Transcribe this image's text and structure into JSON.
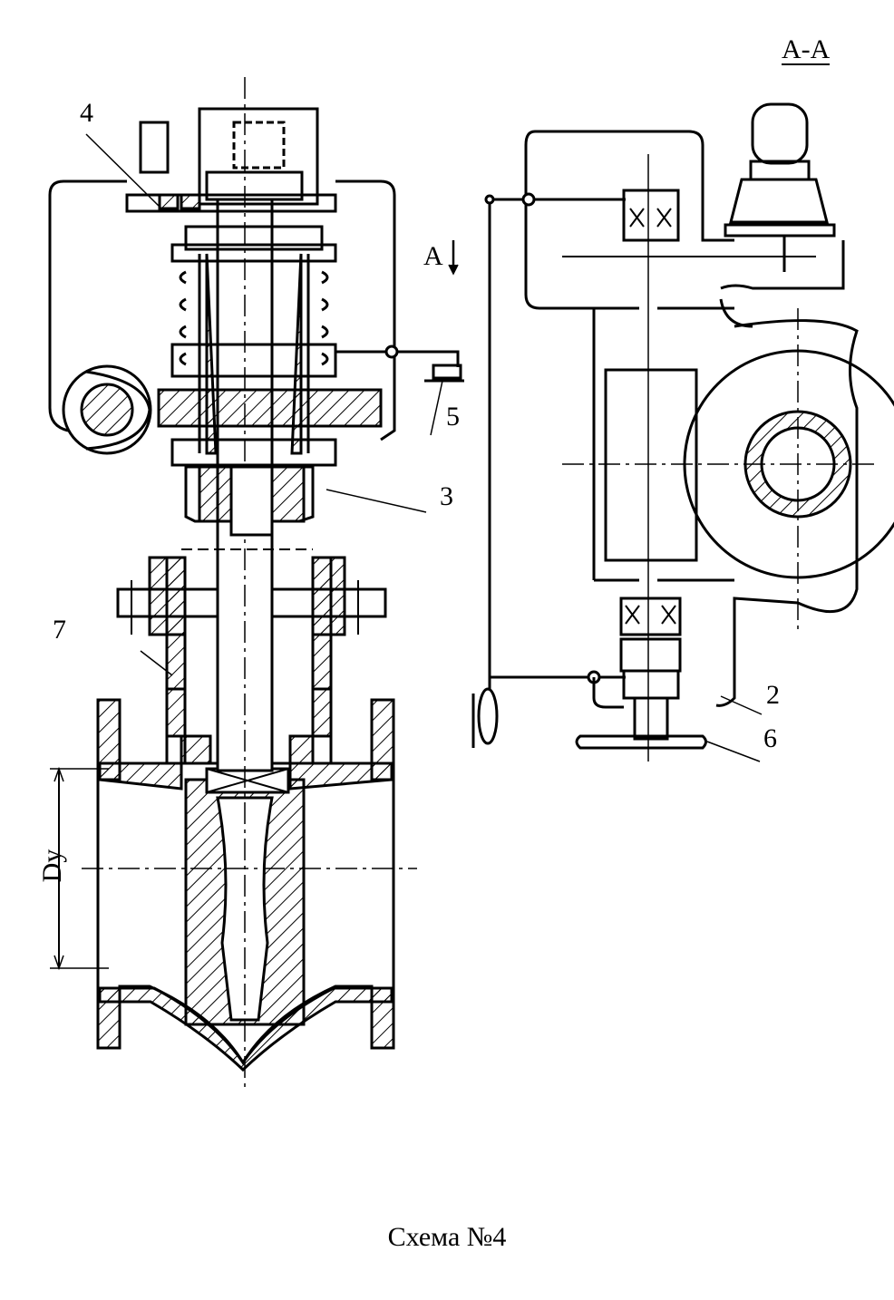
{
  "labels": {
    "section": "А-А",
    "view_arrow": "А",
    "part_4": "4",
    "part_5": "5",
    "part_3": "3",
    "part_7": "7",
    "part_2": "2",
    "part_6": "6",
    "nominal_diameter": "Dy"
  },
  "caption": "Схема №4"
}
